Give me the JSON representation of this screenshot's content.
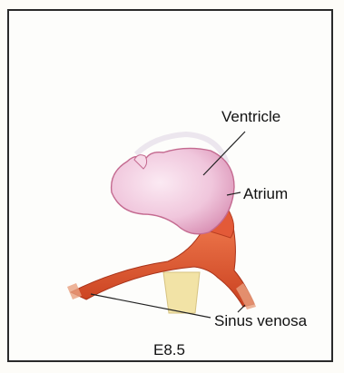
{
  "labels": {
    "ventricle": "Ventricle",
    "atrium": "Atrium",
    "sinus_venosa": "Sinus venosa",
    "stage": "E8.5"
  },
  "colors": {
    "heart_tube": "#f3cde2",
    "heart_outline": "#c86a92",
    "vessel": "#e0562f",
    "vessel_dark": "#b8381c",
    "vessel_light": "#f08a5e",
    "yolk_stalk": "#f3e4a8",
    "leader_line": "#222222",
    "frame": "#2a2a2a"
  }
}
